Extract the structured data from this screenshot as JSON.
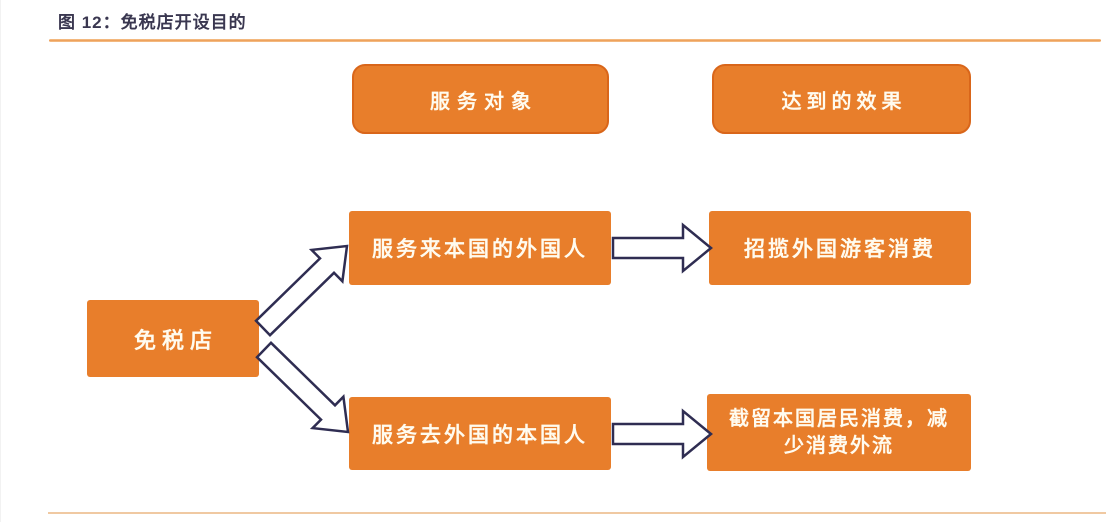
{
  "figure": {
    "title": "图 12：免税店开设目的"
  },
  "diagram": {
    "root_label": "免税店",
    "column_headers": {
      "service_target": "服务对象",
      "achieved_effect": "达到的效果"
    },
    "rows": [
      {
        "service_target": "服务来本国的外国人",
        "achieved_effect": "招揽外国游客消费"
      },
      {
        "service_target": "服务去外国的本国人",
        "achieved_effect": "截留本国居民消费，减少消费外流"
      }
    ]
  },
  "colors": {
    "box_fill": "#E87E2B",
    "box_border": "#D9661A",
    "box_text": "#FFFBEF",
    "title_text": "#3A3750",
    "title_rule": "#EC9B52",
    "bottom_rule": "#F0C9A2",
    "arrow_outline": "#2F2D52",
    "arrow_fill": "#FFFFFF"
  }
}
